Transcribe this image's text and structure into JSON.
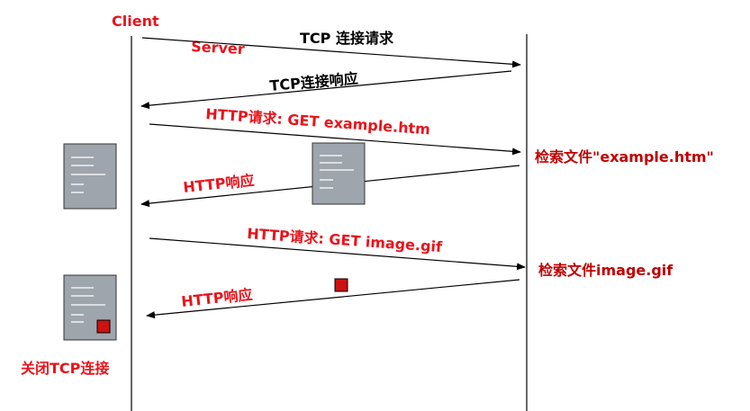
{
  "participants": {
    "client": "Client",
    "server": "Server"
  },
  "messages": [
    {
      "id": "tcp-request",
      "text": "TCP 连接请求"
    },
    {
      "id": "tcp-response",
      "text": "TCP连接响应"
    },
    {
      "id": "http-request-html",
      "text": "HTTP请求: GET example.htm"
    },
    {
      "id": "http-response-html",
      "text": "HTTP响应"
    },
    {
      "id": "http-request-gif",
      "text": "HTTP请求: GET image.gif"
    },
    {
      "id": "http-response-gif",
      "text": "HTTP响应"
    }
  ],
  "server_notes": {
    "retrieve_html": "检索文件\"example.htm\"",
    "retrieve_gif": "检索文件image.gif"
  },
  "client_notes": {
    "close_connection": "关闭TCP连接"
  },
  "colors": {
    "red_text": "#e8141b",
    "dark_red_text": "#c00000",
    "document": "#9fa5ad",
    "image_square": "#cc1212"
  },
  "icons": {
    "document": "document-icon",
    "image": "image-square-icon"
  }
}
